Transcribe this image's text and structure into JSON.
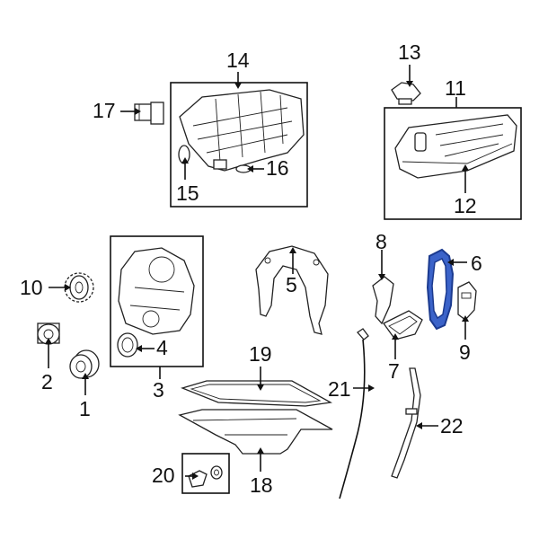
{
  "callouts": [
    {
      "id": "1",
      "text": "1"
    },
    {
      "id": "2",
      "text": "2"
    },
    {
      "id": "3",
      "text": "3"
    },
    {
      "id": "4",
      "text": "4"
    },
    {
      "id": "5",
      "text": "5"
    },
    {
      "id": "6",
      "text": "6"
    },
    {
      "id": "7",
      "text": "7"
    },
    {
      "id": "8",
      "text": "8"
    },
    {
      "id": "9",
      "text": "9"
    },
    {
      "id": "10",
      "text": "10"
    },
    {
      "id": "11",
      "text": "11"
    },
    {
      "id": "12",
      "text": "12"
    },
    {
      "id": "13",
      "text": "13"
    },
    {
      "id": "14",
      "text": "14"
    },
    {
      "id": "15",
      "text": "15"
    },
    {
      "id": "16",
      "text": "16"
    },
    {
      "id": "17",
      "text": "17"
    },
    {
      "id": "18",
      "text": "18"
    },
    {
      "id": "19",
      "text": "19"
    },
    {
      "id": "20",
      "text": "20"
    },
    {
      "id": "21",
      "text": "21"
    },
    {
      "id": "22",
      "text": "22"
    }
  ],
  "colors": {
    "line": "#111111",
    "highlight": "#3b63c9",
    "highlight_stroke": "#1b3a8f"
  },
  "highlighted_part": "6"
}
